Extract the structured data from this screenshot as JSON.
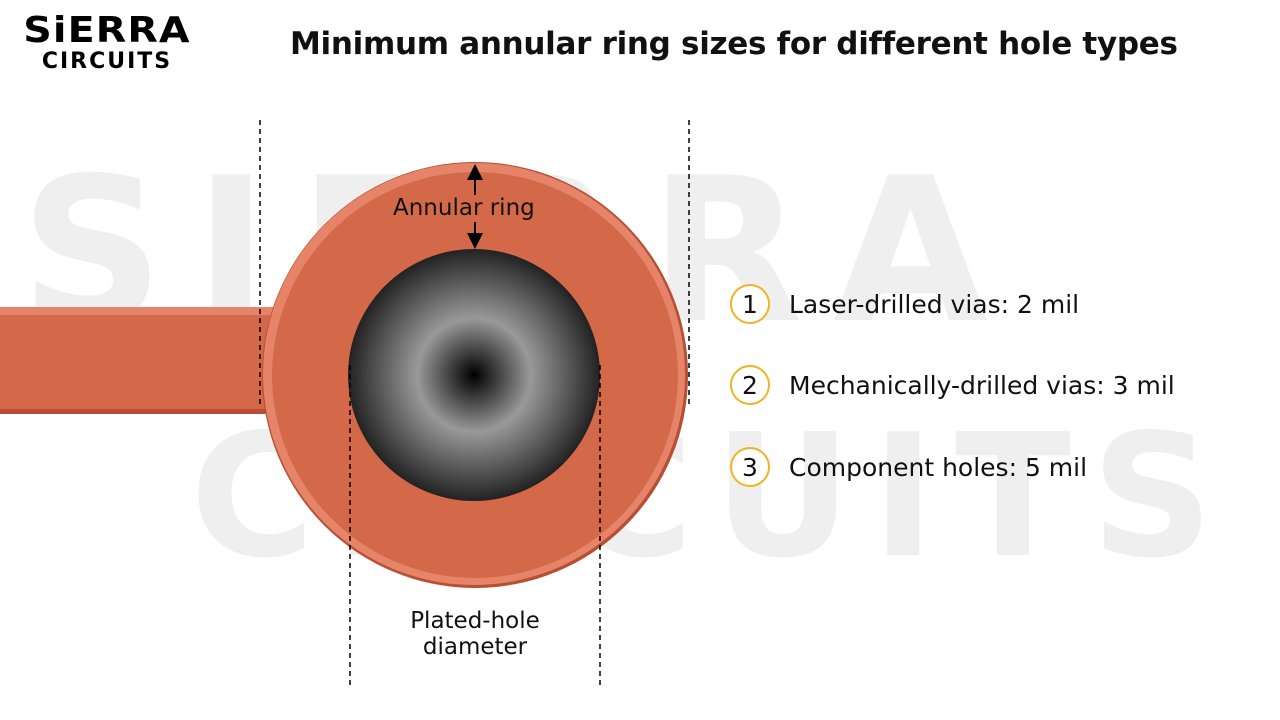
{
  "logo": {
    "line1": "SiERRA",
    "line2": "CIRCUITS"
  },
  "title": "Minimum annular ring sizes for different hole types",
  "diagram": {
    "annular_ring_label": "Annular ring",
    "hole_label_line1": "Plated-hole",
    "hole_label_line2": "diameter"
  },
  "items": [
    {
      "number": "1",
      "text": "Laser-drilled vias: 2 mil"
    },
    {
      "number": "2",
      "text": "Mechanically-drilled vias: 3 mil"
    },
    {
      "number": "3",
      "text": "Component holes: 5 mil"
    }
  ],
  "colors": {
    "copper": "#d4694a",
    "copper_edge": "#e58468",
    "accent": "#f0b323"
  }
}
